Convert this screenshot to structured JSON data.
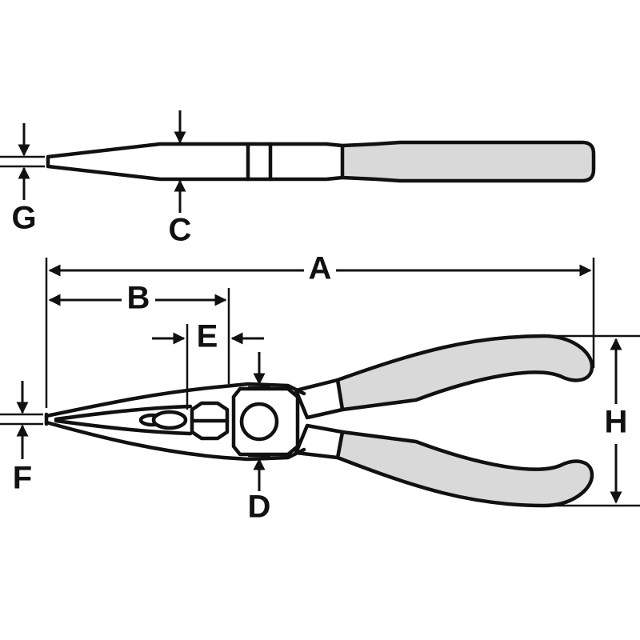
{
  "labels": {
    "A": "A",
    "B": "B",
    "C": "C",
    "D": "D",
    "E": "E",
    "F": "F",
    "G": "G",
    "H": "H"
  },
  "colors": {
    "line": "#111111",
    "grip": "#d9d9d9",
    "background": "#ffffff"
  }
}
